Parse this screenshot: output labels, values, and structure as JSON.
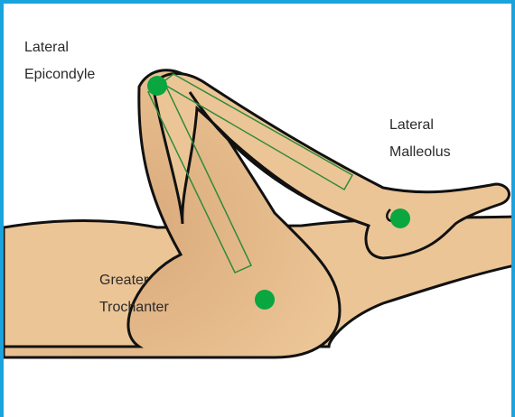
{
  "labels": {
    "lateral_epicondyle": [
      "Lateral",
      "Epicondyle"
    ],
    "lateral_malleolus": [
      "Lateral",
      "Malleolus"
    ],
    "greater_trochanter": [
      "Greater",
      "Trochanter"
    ]
  },
  "colors": {
    "frame_border": "#1aa3dc",
    "skin": "#ecc596",
    "skin_shadow": "#d9a97a",
    "outline": "#111111",
    "marker": "#0aa63f",
    "goniometer_arm": "#2e8b3a"
  }
}
